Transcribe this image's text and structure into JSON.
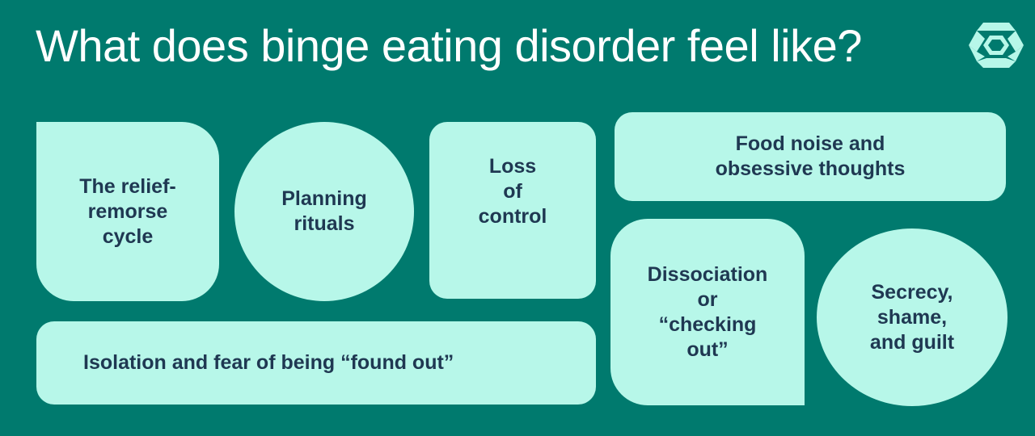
{
  "header": {
    "title": "What does binge eating disorder feel like?"
  },
  "logo": {
    "icon": "hexagon-shield-logo-icon",
    "color": "#b7f7e9"
  },
  "colors": {
    "background": "#007a6e",
    "card": "#b7f7e9",
    "card_text": "#1f3852",
    "title": "#ffffff"
  },
  "cards": {
    "relief_remorse": "The relief-\nremorse\ncycle",
    "planning_rituals": "Planning\nrituals",
    "loss_of_control": "Loss\nof\ncontrol",
    "food_noise": "Food noise and\nobsessive thoughts",
    "dissociation": "Dissociation\nor\n“checking\nout”",
    "secrecy": "Secrecy,\nshame,\nand guilt",
    "isolation": "Isolation and fear of being “found out”"
  }
}
